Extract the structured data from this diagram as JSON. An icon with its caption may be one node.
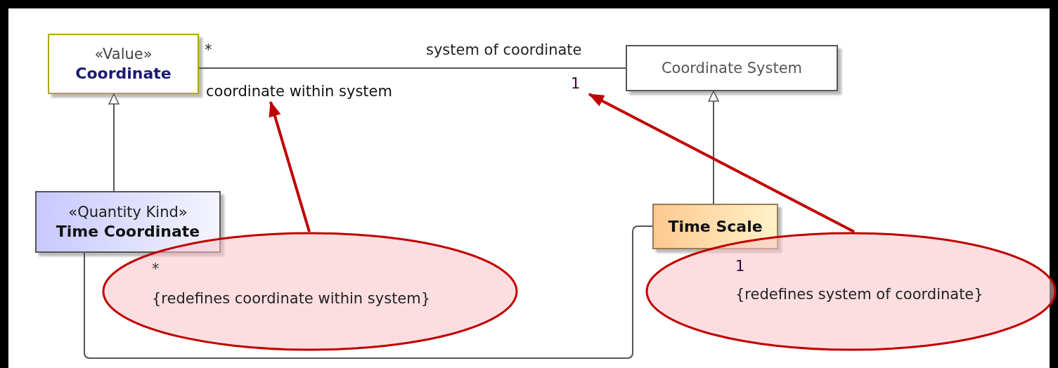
{
  "diagram": {
    "nodes": [
      {
        "text": [
          "«Value»",
          "Coordinate"
        ]
      },
      {
        "text": [
          "Coordinate System"
        ]
      },
      {
        "text": [
          "«Quantity Kind»",
          "Time Coordinate"
        ]
      },
      {
        "text": [
          "Time Scale"
        ]
      },
      {
        "text": [
          "*",
          "{redefines coordinate within system}"
        ]
      },
      {
        "text": [
          "1",
          "{redefines system of coordinate}"
        ]
      },
      {
        "text": [
          "coordinate within system"
        ]
      },
      {
        "text": [
          "1"
        ]
      }
    ],
    "edges": [
      {
        "from": 0,
        "to": 1,
        "arrow": "none"
      },
      {
        "from": 2,
        "to": 0,
        "arrow": "to"
      },
      {
        "from": 3,
        "to": 1,
        "arrow": "to"
      },
      {
        "from": 2,
        "to": 3,
        "arrow": "none"
      },
      {
        "from": 4,
        "to": 6,
        "arrow": "to",
        "color": "#c00000"
      },
      {
        "from": 5,
        "to": 7,
        "arrow": "to",
        "color": "#c00000"
      }
    ],
    "labels": [
      "*",
      "system of coordinate"
    ]
  }
}
